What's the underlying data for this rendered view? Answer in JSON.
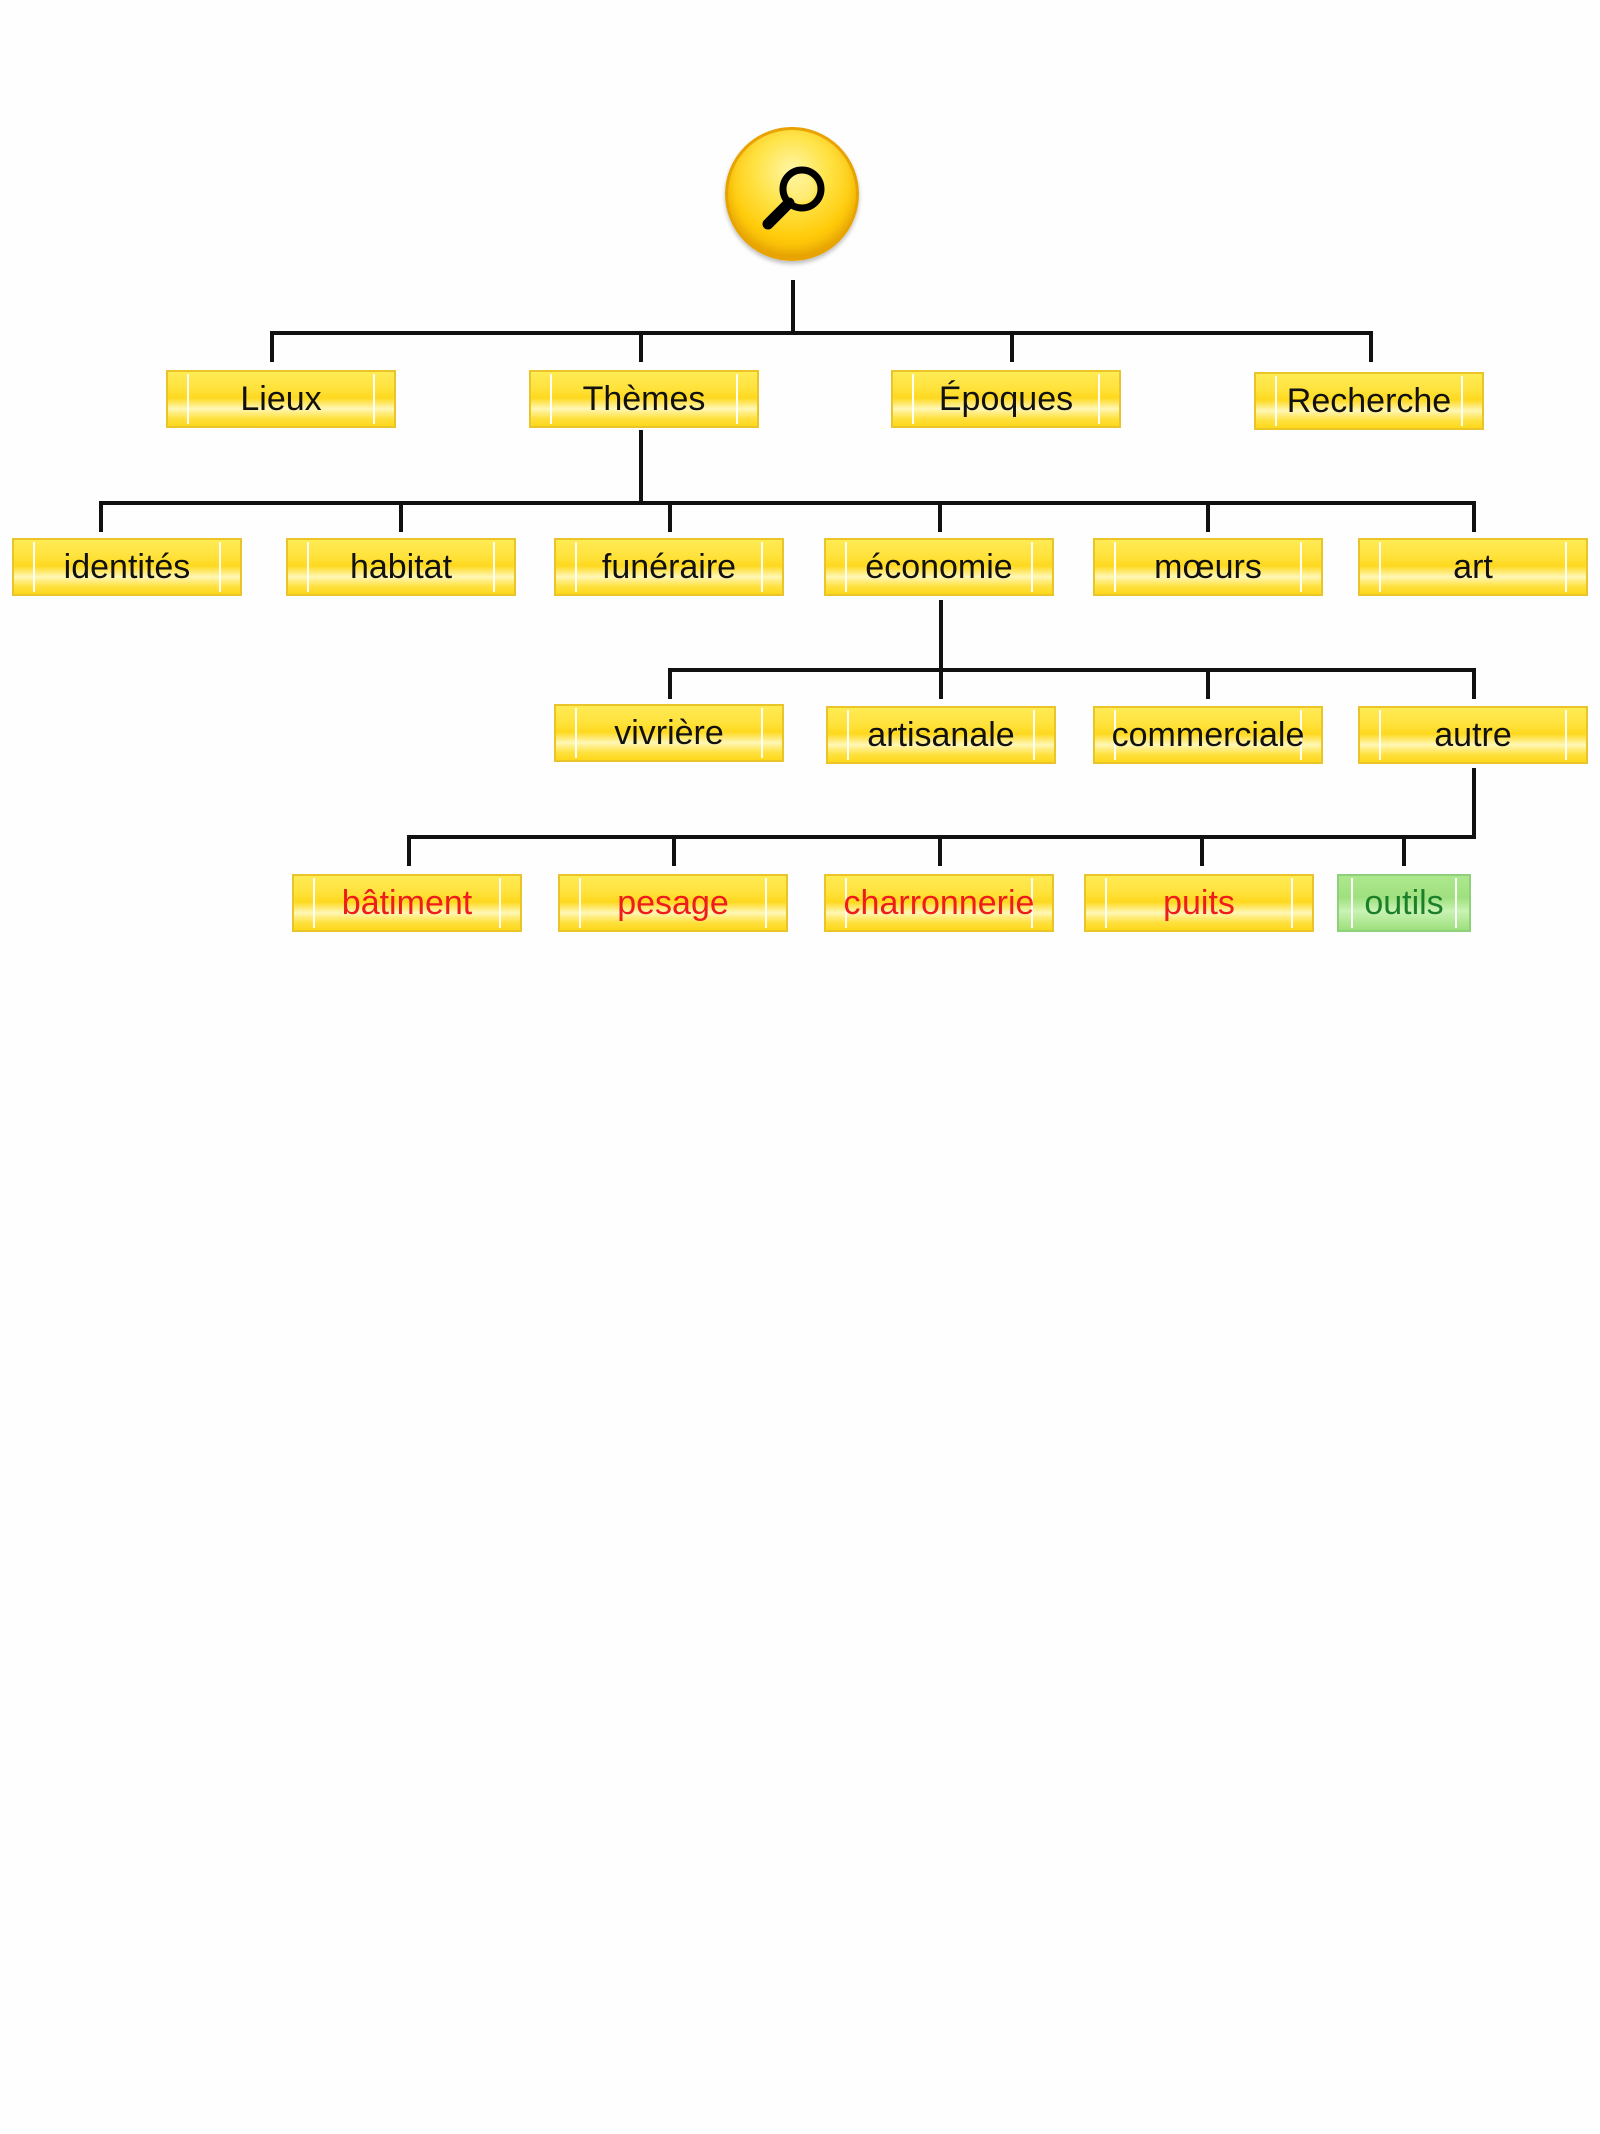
{
  "colors": {
    "line": "#111111",
    "node_fill": "#ffe13c",
    "node_border": "#e9c52a",
    "leaf_text_red": "#ee1c1c",
    "leaf_fill_green": "#a6e487",
    "leaf_text_green": "#1b7f2a"
  },
  "root": {
    "icon": "magnifier-icon"
  },
  "level1": [
    {
      "id": "lieux",
      "label": "Lieux"
    },
    {
      "id": "themes",
      "label": "Thèmes"
    },
    {
      "id": "epoques",
      "label": "Époques"
    },
    {
      "id": "recherche",
      "label": "Recherche"
    }
  ],
  "level2": [
    {
      "id": "identites",
      "label": "identités"
    },
    {
      "id": "habitat",
      "label": "habitat"
    },
    {
      "id": "funeraire",
      "label": "funéraire"
    },
    {
      "id": "economie",
      "label": "économie"
    },
    {
      "id": "moeurs",
      "label": "mœurs"
    },
    {
      "id": "art",
      "label": "art"
    }
  ],
  "level3": [
    {
      "id": "vivriere",
      "label": "vivrière"
    },
    {
      "id": "artisanale",
      "label": "artisanale"
    },
    {
      "id": "commerciale",
      "label": "commerciale"
    },
    {
      "id": "autre",
      "label": "autre"
    }
  ],
  "level4": [
    {
      "id": "batiment",
      "label": "bâtiment",
      "state": "red"
    },
    {
      "id": "pesage",
      "label": "pesage",
      "state": "red"
    },
    {
      "id": "charronnerie",
      "label": "charronnerie",
      "state": "red"
    },
    {
      "id": "puits",
      "label": "puits",
      "state": "red"
    },
    {
      "id": "outils",
      "label": "outils",
      "state": "green"
    }
  ]
}
